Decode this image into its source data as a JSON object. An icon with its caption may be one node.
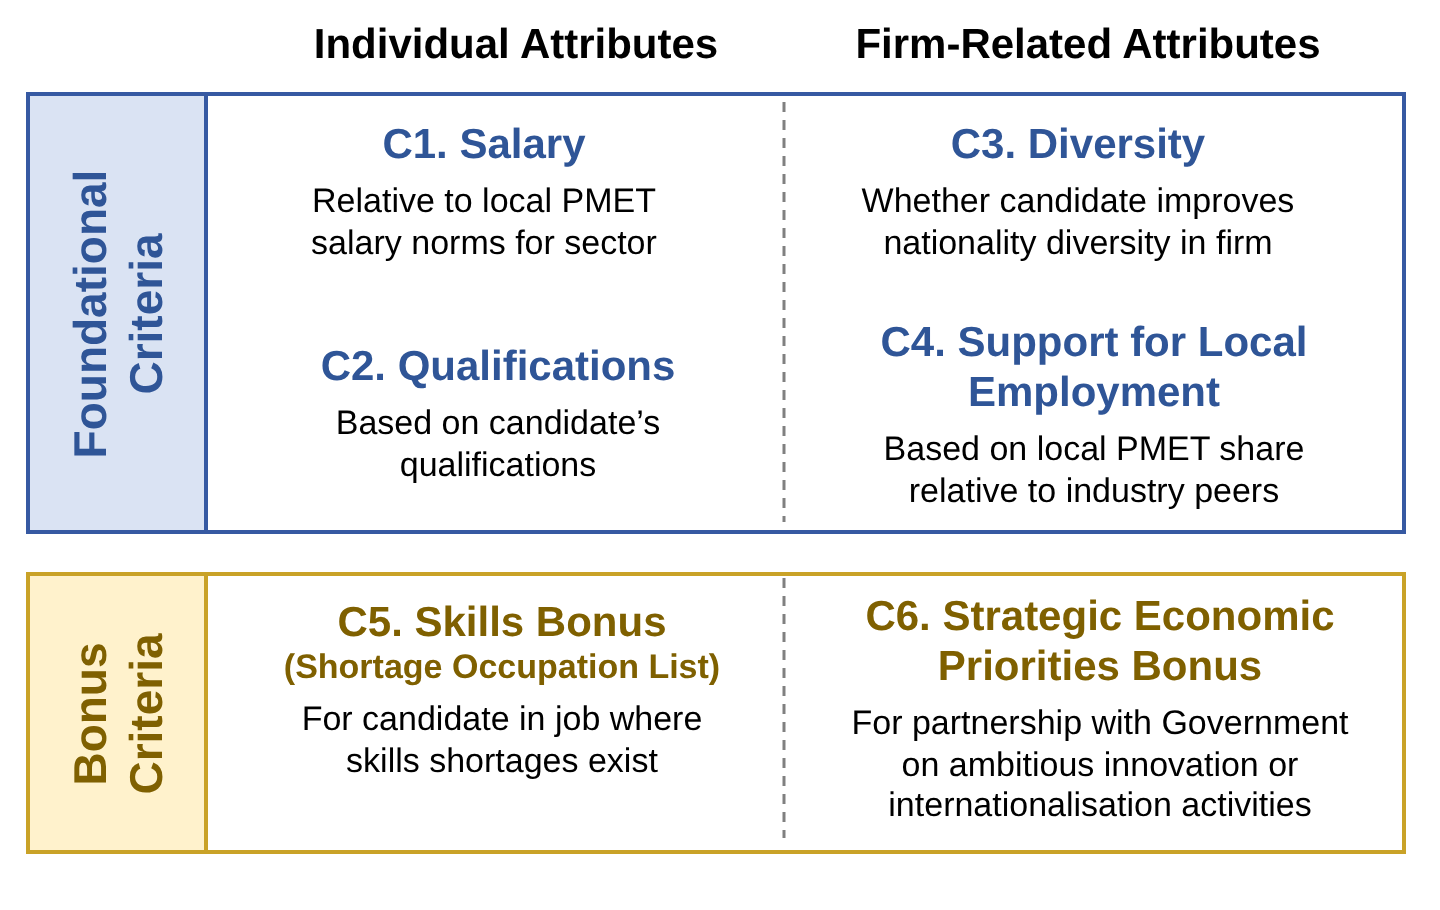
{
  "diagram": {
    "nodes": [
      {
        "text": [
          "Foundational Criteria"
        ]
      },
      {
        "text": [
          "C1. Salary",
          "Relative to local PMET salary norms for sector"
        ],
        "in": 0
      },
      {
        "text": [
          "C3. Diversity",
          "Whether candidate improves nationality diversity in firm"
        ],
        "in": 0
      },
      {
        "text": [
          "C2. Qualifications",
          "Based on candidate’s qualifications"
        ],
        "in": 0
      },
      {
        "text": [
          "C4. Support for Local Employment",
          "Based on local PMET share relative to industry peers"
        ],
        "in": 0
      },
      {
        "text": [
          "Bonus Criteria"
        ]
      },
      {
        "text": [
          "C5. Skills Bonus",
          "(Shortage Occupation List)",
          "For candidate in job where skills shortages exist"
        ],
        "in": 5
      },
      {
        "text": [
          "C6. Strategic Economic Priorities Bonus",
          "For partnership with Government on ambitious innovation or internationalisation activities"
        ],
        "in": 5
      }
    ],
    "labels": [
      "Individual Attributes",
      "Firm-Related Attributes"
    ]
  }
}
